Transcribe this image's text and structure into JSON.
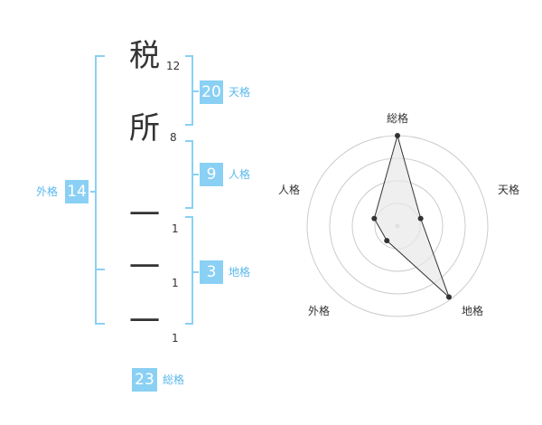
{
  "characters": [
    {
      "char": "税",
      "strokes": "12"
    },
    {
      "char": "所",
      "strokes": "8"
    },
    {
      "char": "一",
      "strokes": "1"
    },
    {
      "char": "一",
      "strokes": "1"
    },
    {
      "char": "一",
      "strokes": "1"
    }
  ],
  "fortune": {
    "tenkaku": {
      "label": "天格",
      "value": "20"
    },
    "jinkaku": {
      "label": "人格",
      "value": "9"
    },
    "chikaku": {
      "label": "地格",
      "value": "3"
    },
    "gaikaku": {
      "label": "外格",
      "value": "14"
    },
    "soukaku": {
      "label": "総格",
      "value": "23"
    }
  },
  "radar": {
    "axes": [
      "総格",
      "天格",
      "地格",
      "外格",
      "人格"
    ],
    "values": [
      1.0,
      0.27,
      0.97,
      0.2,
      0.27
    ],
    "rings": 4,
    "colors": {
      "ring": "#cccccc",
      "fill": "#e8e8e8",
      "line": "#333333",
      "point": "#333333"
    }
  },
  "colors": {
    "accent": "#8ad0f4",
    "bracket": "#8ad0f4",
    "label": "#5ab8ec"
  }
}
